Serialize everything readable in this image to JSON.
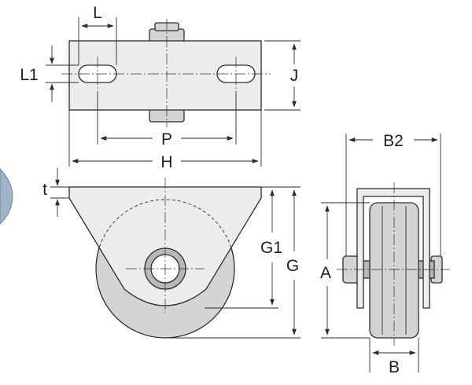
{
  "labels": {
    "L": "L",
    "L1": "L1",
    "J": "J",
    "P": "P",
    "H": "H",
    "t": "t",
    "G1": "G1",
    "G": "G",
    "A": "A",
    "B2": "B2",
    "B": "B"
  },
  "colors": {
    "line": "#2b2b2b",
    "plate": "#ececec",
    "wheel": "#d4d4d4",
    "hub": "#b8b8b8",
    "edge_object": "#9fb3c8"
  }
}
